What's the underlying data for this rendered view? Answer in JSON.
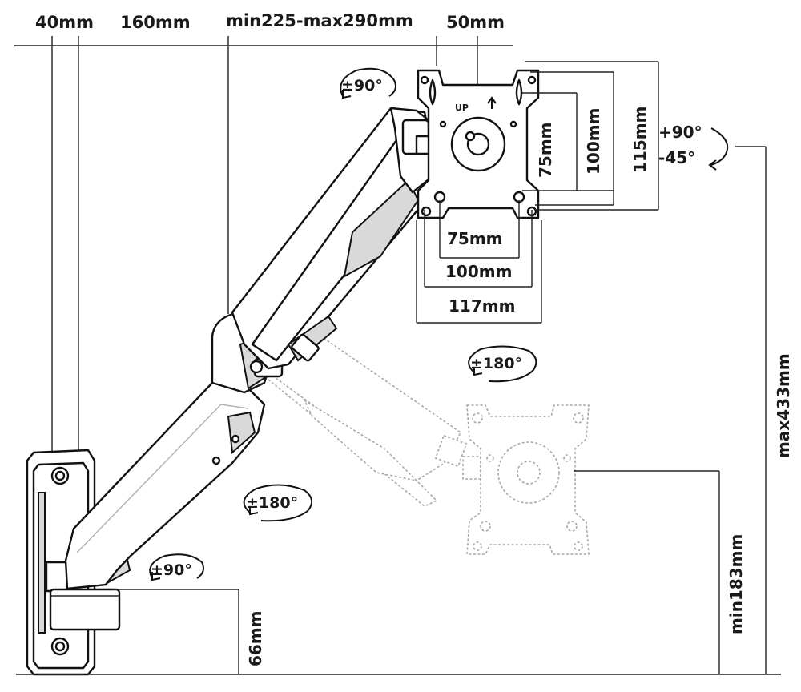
{
  "labels": {
    "wall_offset": "40mm",
    "arm1_length": "160mm",
    "arm2_length": "min225-max290mm",
    "tilt_offset": "50mm",
    "vesa_h75": "75mm",
    "vesa_h100": "100mm",
    "plate_width": "117mm",
    "vesa_v75": "75mm",
    "vesa_v100": "100mm",
    "plate_height": "115mm",
    "tilt_up": "+90°",
    "tilt_down": "-45°",
    "rotation_top": "±90°",
    "swivel_arm": "±180°",
    "swivel_lower": "±180°",
    "swivel_base": "±90°",
    "max_height": "max433mm",
    "min_height": "min183mm",
    "base_height": "66mm",
    "up_marker": "UP"
  },
  "icons": {
    "rotation": "rotation-arrow-icon",
    "up_arrow": "up-arrow-icon"
  },
  "colors": {
    "line": "#111111",
    "ghost": "#a8a8a8",
    "arm_dark": "#d9d9d9"
  }
}
